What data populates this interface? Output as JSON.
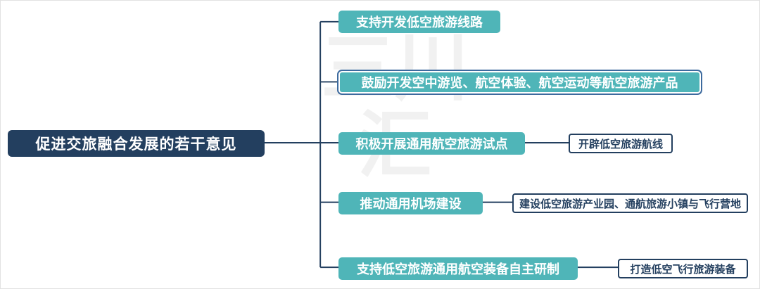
{
  "diagram": {
    "root": {
      "label": "促进交旅融合发展的若干意见"
    },
    "branches": [
      {
        "label": "支持开发低空旅游线路",
        "selected": false,
        "child": null
      },
      {
        "label": "鼓励开发空中游览、航空体验、航空运动等航空旅游产品",
        "selected": true,
        "child": null
      },
      {
        "label": "积极开展通用航空旅游试点",
        "selected": false,
        "child": "开辟低空旅游航线"
      },
      {
        "label": "推动通用机场建设",
        "selected": false,
        "child": "建设低空旅游产业园、通航旅游小镇与飞行营地"
      },
      {
        "label": "支持低空旅游通用航空装备自主研制",
        "selected": false,
        "child": "打造低空飞行旅游装备"
      }
    ],
    "watermark": {
      "line1": "三川",
      "line2": "汇"
    },
    "colors": {
      "root_bg": "#233f5f",
      "branch_bg": "#4fb5b8",
      "line": "#233f5f",
      "selected_ring": "#3d6a9e",
      "child_bg": "#ffffff"
    }
  }
}
